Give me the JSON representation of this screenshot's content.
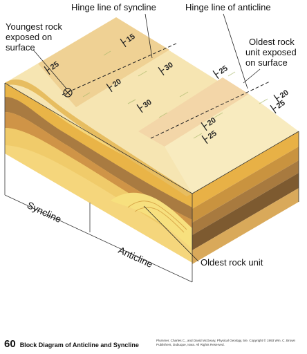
{
  "labels": {
    "youngest_rock": [
      "Youngest rock",
      "exposed on",
      "surface"
    ],
    "hinge_syncline": "Hinge line of syncline",
    "hinge_anticline": "Hinge line of anticline",
    "oldest_rock_surface": [
      "Oldest rock",
      "unit exposed",
      "on surface"
    ],
    "oldest_rock_unit": "Oldest rock unit",
    "syncline": "Syncline",
    "anticline": "Anticline"
  },
  "strike_dip_symbols": [
    "15",
    "25",
    "20",
    "30",
    "25",
    "30",
    "20",
    "25",
    "20",
    "25"
  ],
  "caption": {
    "page_number": "60",
    "title": "Block Diagram of Anticline and Syncline",
    "credit": "Plummer, Charles C., and David McGeary, Physical Geology, 5/e. Copyright © 1993 Wm. C. Brown Publishers, Dubuque, Iowa. All Rights Reserved."
  },
  "colors": {
    "top_light": "#f6e5b2",
    "top_band": "#efd194",
    "side_orange": "#e8b146",
    "side_brown": "#a87a3f",
    "side_dark": "#7d5a30",
    "side_yellow": "#f4d373"
  }
}
